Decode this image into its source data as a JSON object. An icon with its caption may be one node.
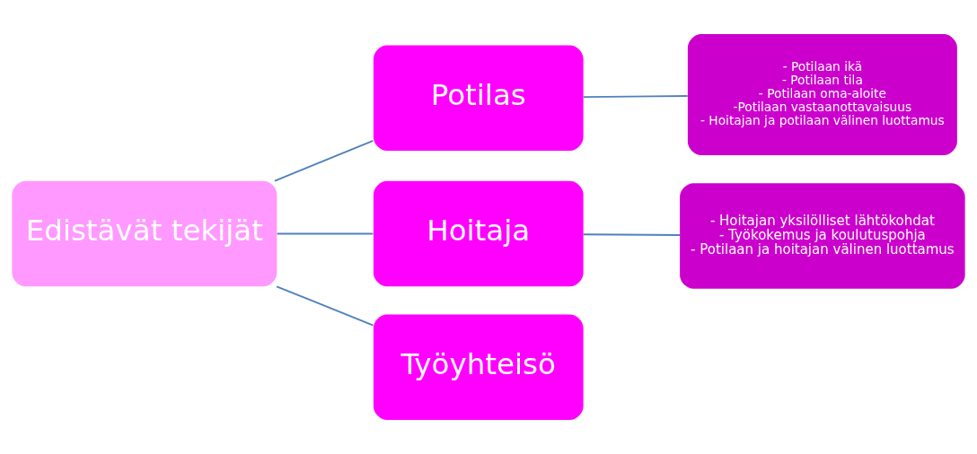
{
  "diagram": {
    "nodes": [
      {
        "text": [
          "Edistävät tekijät"
        ]
      },
      {
        "text": [
          "Potilas"
        ]
      },
      {
        "text": [
          "Hoitaja"
        ]
      },
      {
        "text": [
          "Työyhteisö"
        ]
      },
      {
        "text": [
          "- Potilaan ikä",
          "- Potilaan tila",
          "- Potilaan oma-aloite",
          "-Potilaan vastaanottavaisuus",
          "- Hoitajan ja potilaan välinen luottamus"
        ]
      },
      {
        "text": [
          "- Hoitajan yksilölliset lähtökohdat",
          "- Työkokemus ja koulutuspohja",
          "- Potilaan ja hoitajan välinen luottamus"
        ]
      }
    ],
    "edges": [
      {
        "from": 0,
        "to": 1,
        "arrow": "none"
      },
      {
        "from": 0,
        "to": 2,
        "arrow": "none"
      },
      {
        "from": 0,
        "to": 3,
        "arrow": "none"
      },
      {
        "from": 1,
        "to": 4,
        "arrow": "none"
      },
      {
        "from": 2,
        "to": 5,
        "arrow": "none"
      }
    ]
  }
}
